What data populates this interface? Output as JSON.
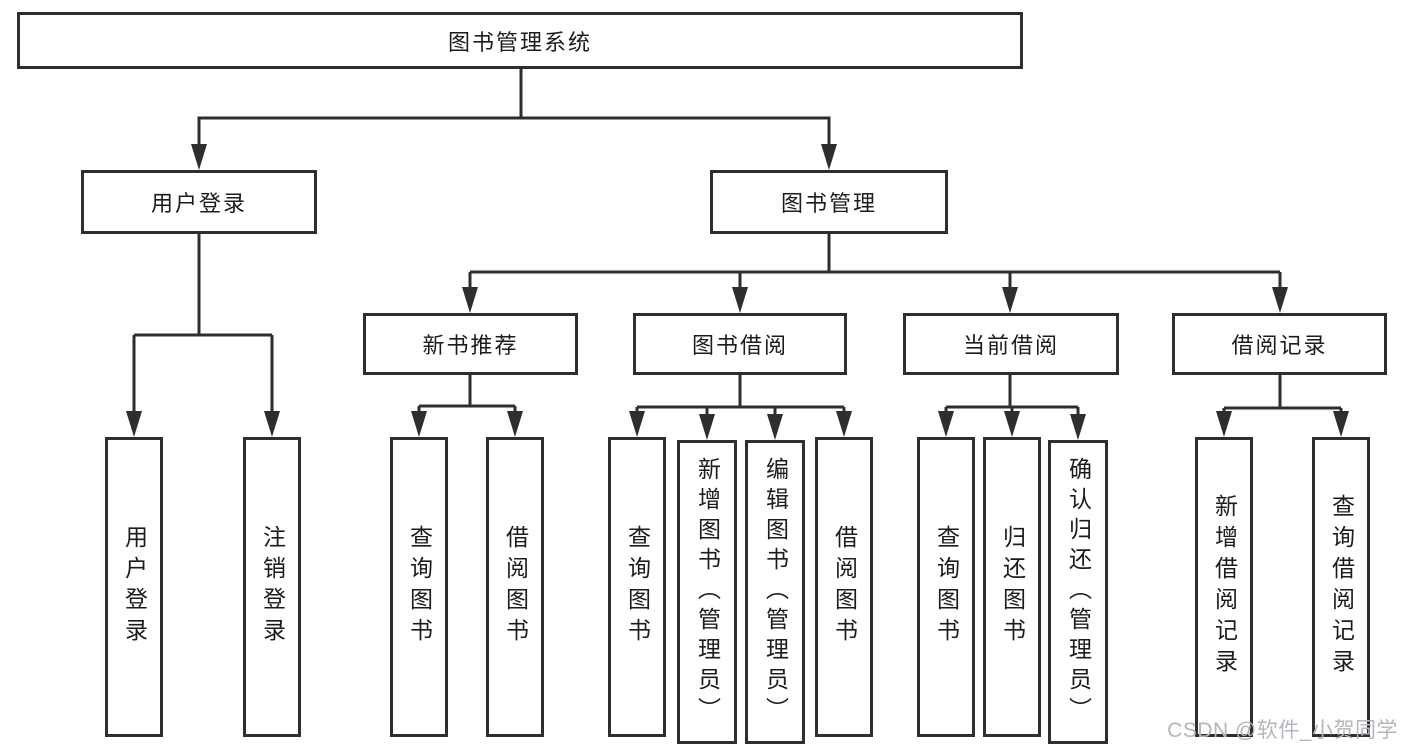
{
  "diagram_title": "图书管理系统",
  "tree": {
    "root": {
      "label": "图书管理系统",
      "children": [
        {
          "label": "用户登录",
          "children": [
            {
              "label": "用户登录"
            },
            {
              "label": "注销登录"
            }
          ]
        },
        {
          "label": "图书管理",
          "children": [
            {
              "label": "新书推荐",
              "children": [
                {
                  "label": "查询图书"
                },
                {
                  "label": "借阅图书"
                }
              ]
            },
            {
              "label": "图书借阅",
              "children": [
                {
                  "label": "查询图书"
                },
                {
                  "label": "新增图书（管理员）"
                },
                {
                  "label": "编辑图书（管理员）"
                },
                {
                  "label": "借阅图书"
                }
              ]
            },
            {
              "label": "当前借阅",
              "children": [
                {
                  "label": "查询图书"
                },
                {
                  "label": "归还图书"
                },
                {
                  "label": "确认归还（管理员）"
                }
              ]
            },
            {
              "label": "借阅记录",
              "children": [
                {
                  "label": "新增借阅记录"
                },
                {
                  "label": "查询借阅记录"
                }
              ]
            }
          ]
        }
      ]
    }
  },
  "watermark": {
    "text": "CSDN @软件_小贺同学"
  },
  "colors": {
    "line": "#2e2e2e",
    "text": "#1c1c1c",
    "watermark_gray": "#b2b6bb",
    "background": "#ffffff"
  }
}
